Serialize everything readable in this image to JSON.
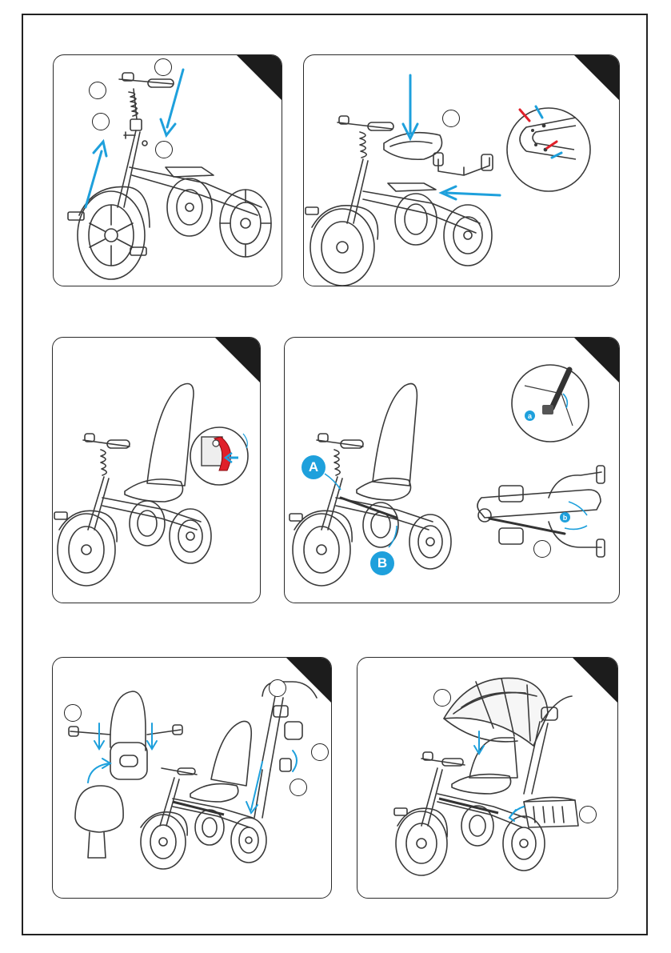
{
  "colors": {
    "accent_blue": "#1ea0dc",
    "accent_red": "#e0202a",
    "line": "#3a3a3a",
    "corner_tab": "#1c1c1c"
  },
  "labels": {
    "letter_A": "A",
    "letter_B": "B",
    "letter_a": "a",
    "letter_b": "b"
  },
  "icons": [
    "arrow-icon",
    "tricycle-illustration",
    "canopy-illustration",
    "basket-illustration",
    "bolt-detail-icon"
  ]
}
